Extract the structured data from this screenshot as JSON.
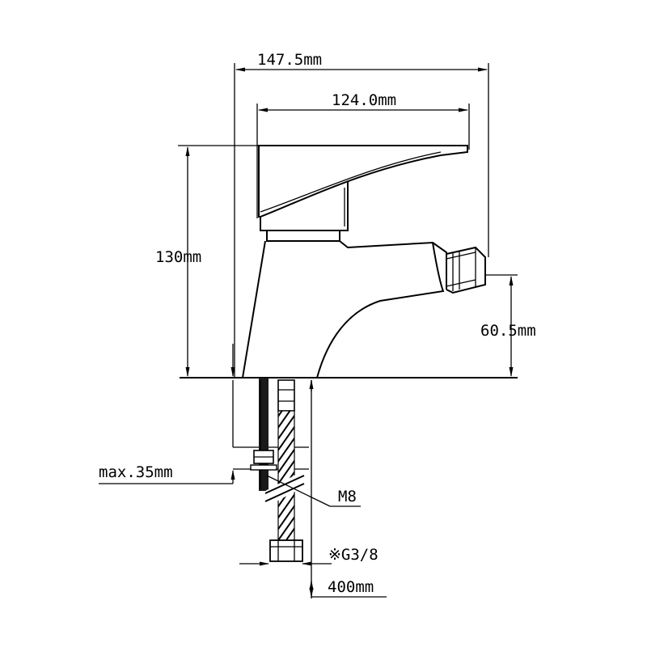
{
  "dimensions": {
    "overall_width": "147.5mm",
    "lever_width": "124.0mm",
    "height": "130mm",
    "spout_height": "60.5mm",
    "max_thickness": "max.35mm",
    "thread_rod": "M8",
    "hose_connection": "※G3/8",
    "hose_length": "400mm"
  }
}
